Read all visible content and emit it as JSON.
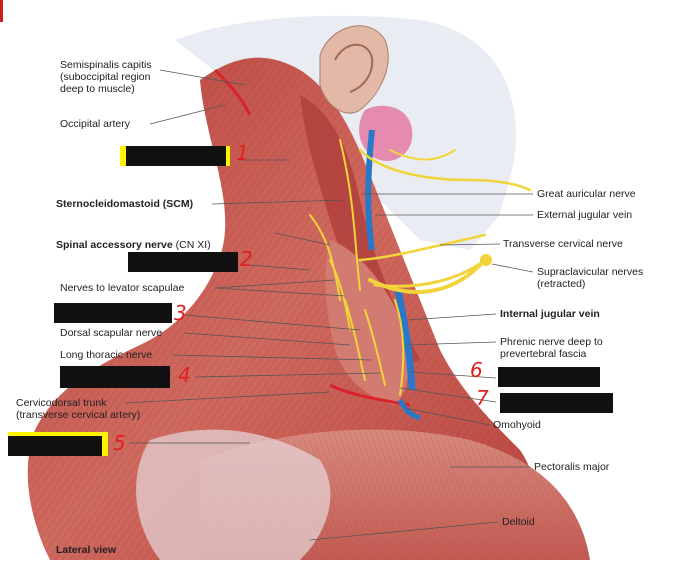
{
  "labels": {
    "semispinalis": "Semispinalis capitis\n(suboccipital region\ndeep to muscle)",
    "occipital_artery": "Occipital artery",
    "scm": "Sternocleidomastoid (SCM)",
    "spinal_accessory_bold": "Spinal accessory nerve",
    "spinal_accessory_rest": " (CN XI)",
    "nerves_levator": "Nerves to levator scapulae",
    "dorsal_scapular": "Dorsal scapular nerve",
    "long_thoracic": "Long thoracic nerve",
    "cervicodorsal": "Cervicodorsal trunk\n(transverse cervical artery)",
    "lateral_view": "Lateral view",
    "great_auricular": "Great auricular nerve",
    "external_jugular": "External jugular vein",
    "transverse_cervical": "Transverse cervical nerve",
    "supraclavicular": "Supraclavicular nerves\n(retracted)",
    "internal_jugular": "Internal jugular vein",
    "phrenic": "Phrenic nerve deep to\nprevertebral fascia",
    "omohyoid": "Omohyoid",
    "pectoralis": "Pectoralis major",
    "deltoid": "Deltoid"
  },
  "annotations": {
    "n1": "1",
    "n2": "2",
    "n3": "3",
    "n4": "4",
    "n5": "5",
    "n6": "6",
    "n7": "7"
  },
  "colors": {
    "muscle": "#c4544e",
    "muscle_light": "#e8a79c",
    "fascia": "#eef0f4",
    "nerve": "#f2d43a",
    "vein": "#2a78c8",
    "artery": "#d8242a",
    "annotation": "#e02020",
    "highlight": "#fff200"
  }
}
